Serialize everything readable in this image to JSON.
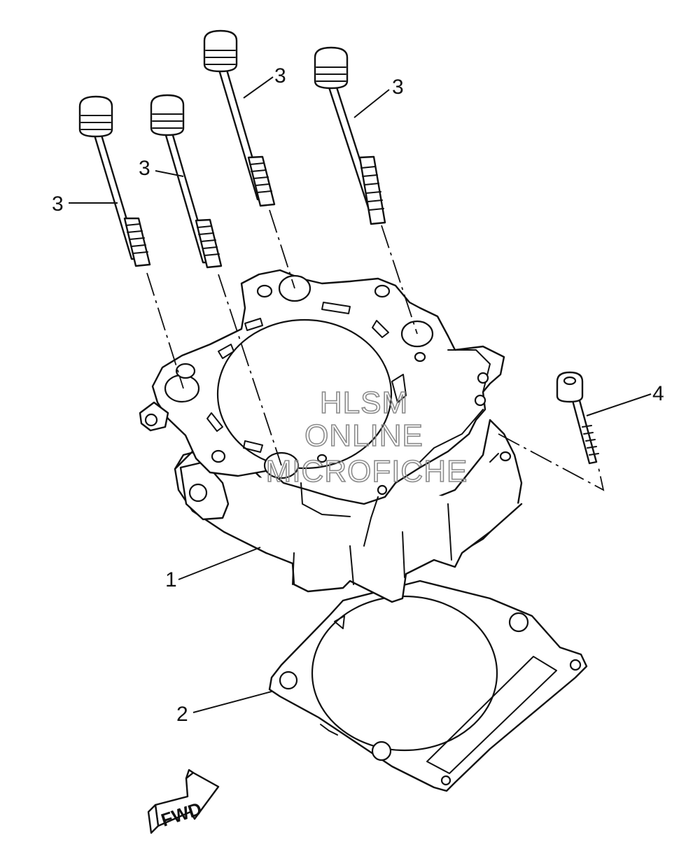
{
  "callouts": {
    "cylinder": "1",
    "gasket": "2",
    "stud_bolt": "3",
    "bolt": "4"
  },
  "watermark": {
    "line1": "HLSM",
    "line2": "ONLINE",
    "line3": "MICROFICHE"
  },
  "direction": {
    "label": "FWD"
  }
}
